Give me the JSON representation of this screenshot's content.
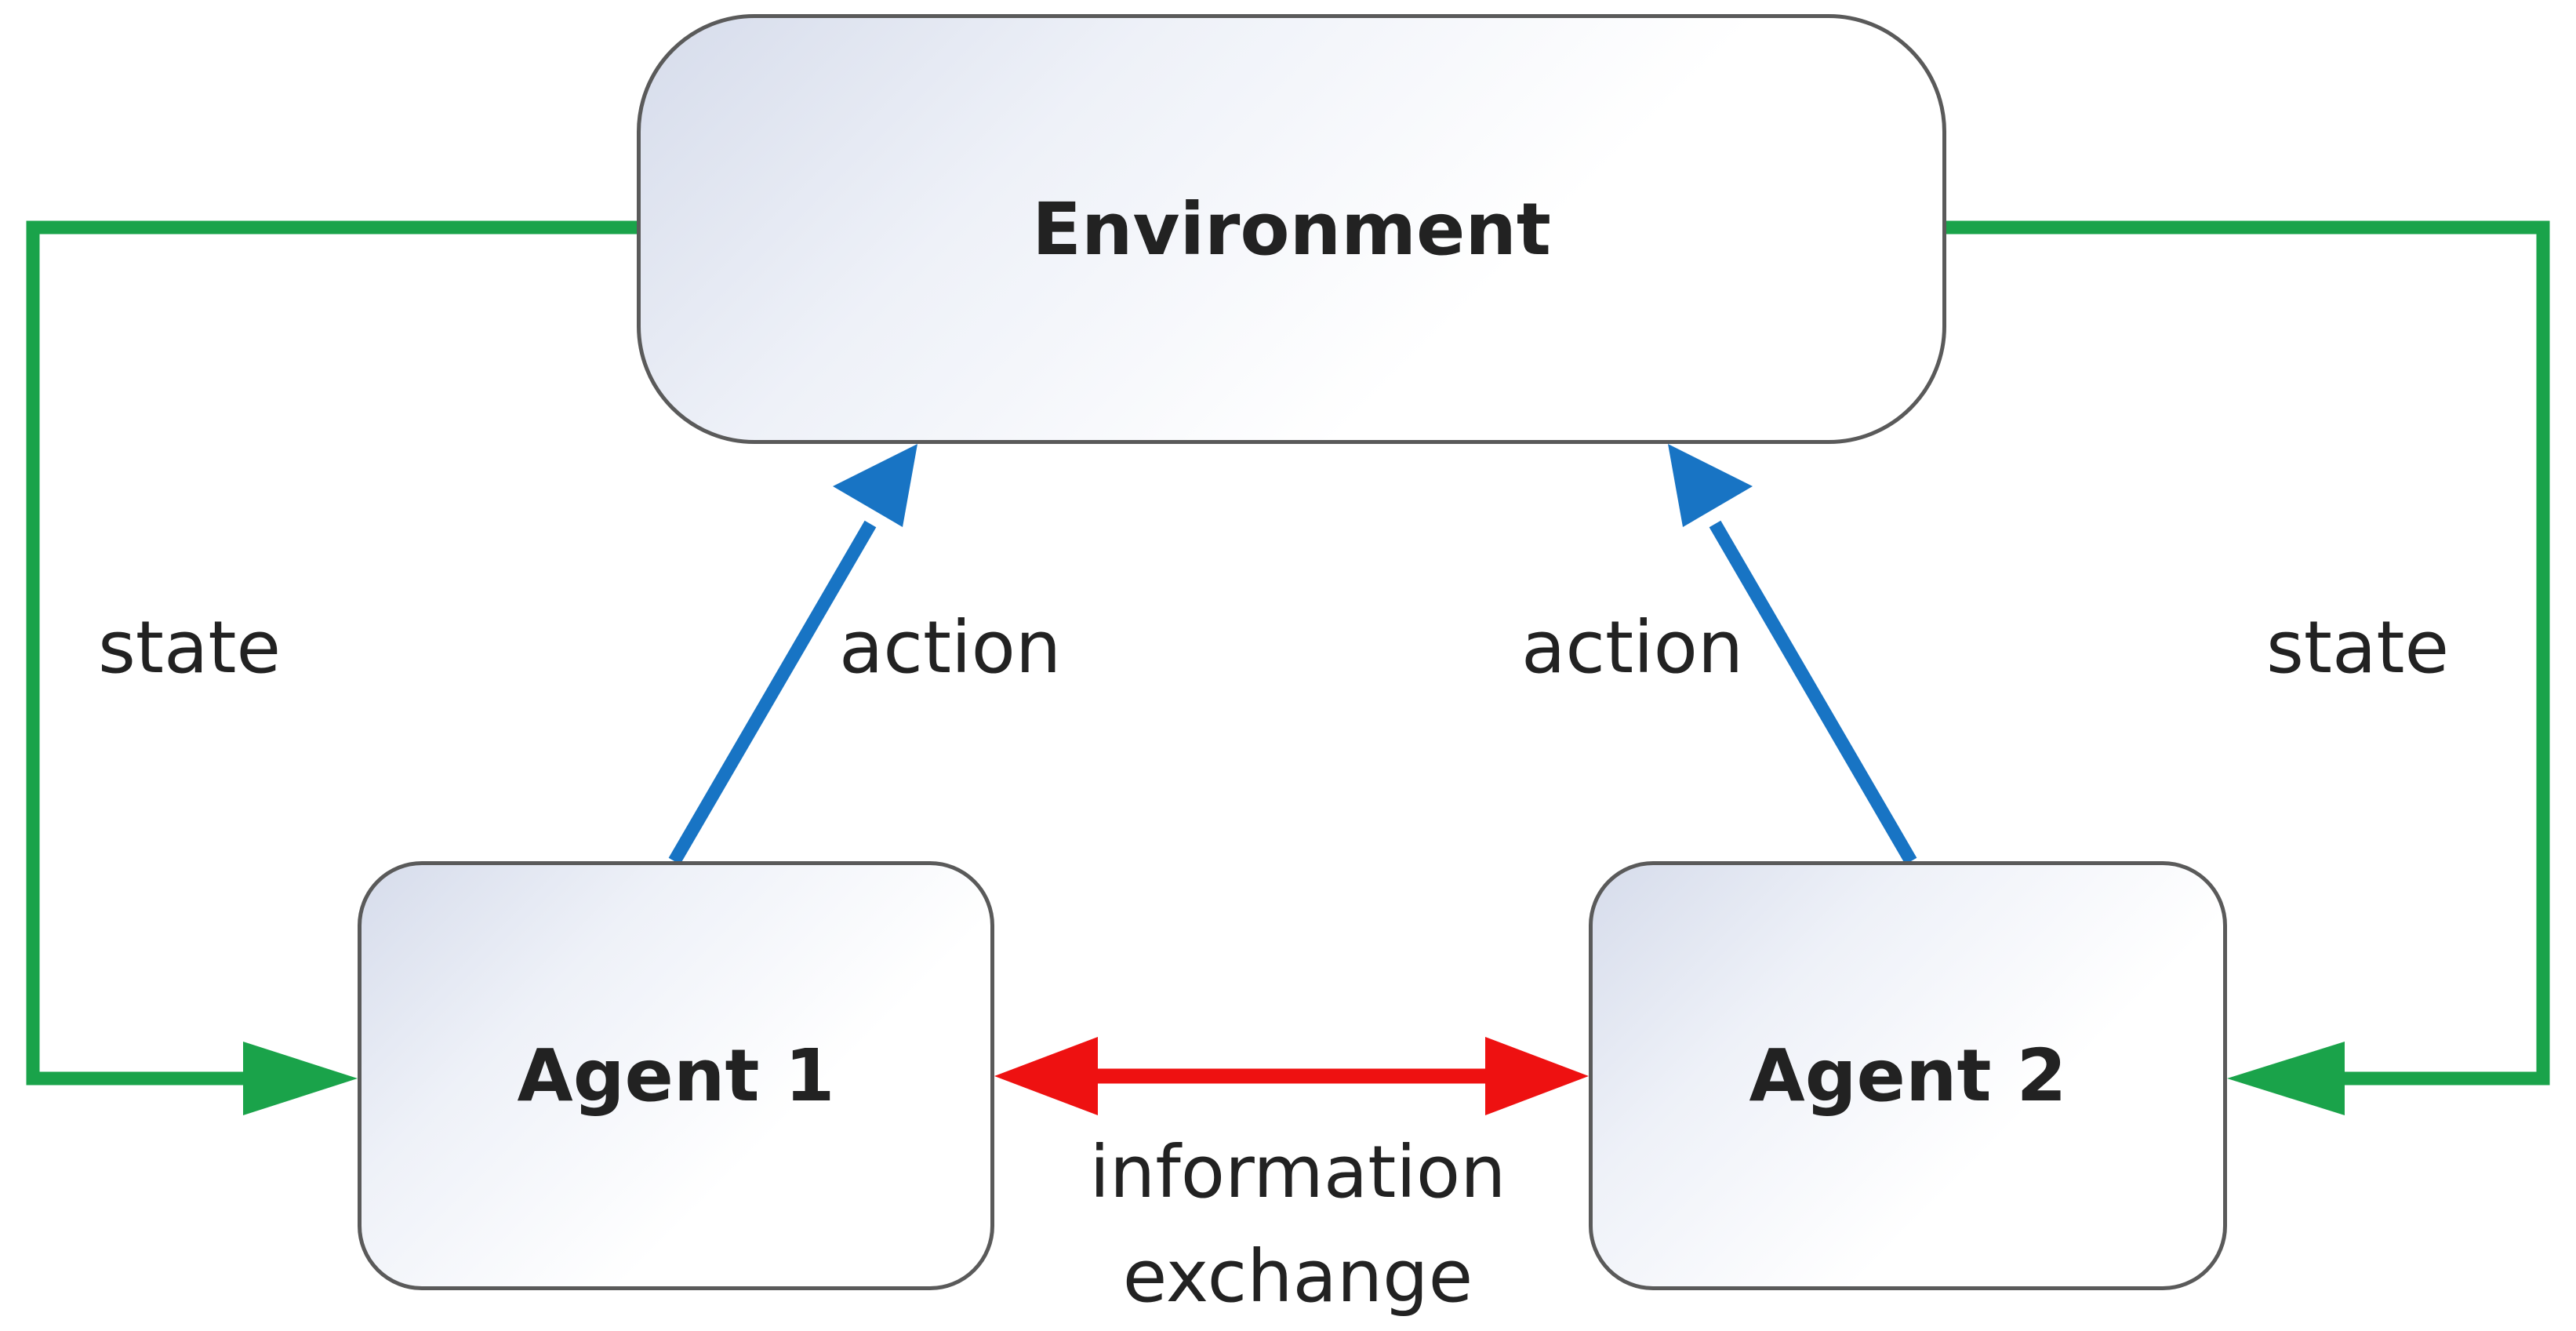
{
  "nodes": {
    "environment": "Environment",
    "agent1": "Agent 1",
    "agent2": "Agent 2"
  },
  "edges": {
    "state_left": "state",
    "state_right": "state",
    "action_left": "action",
    "action_right": "action",
    "info_line1": "information",
    "info_line2": "exchange"
  },
  "colors": {
    "state": "#1aa34a",
    "action": "#1874c4",
    "information": "#ee1111",
    "box_border": "#5a5a5a"
  }
}
